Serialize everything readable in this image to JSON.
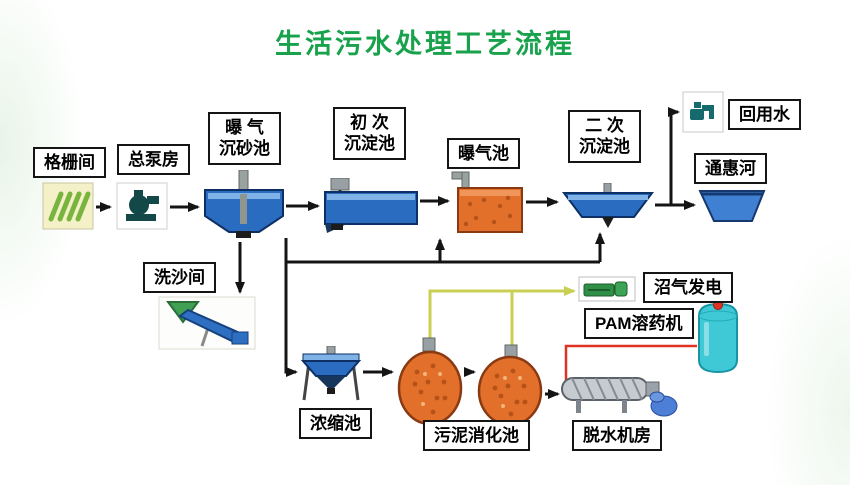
{
  "title": "生活污水处理工艺流程",
  "colors": {
    "title_green": "#17a24b",
    "flow_line": "#141414",
    "dosing_line_red": "#e03224",
    "biogas_line_yellow": "#c9cf52",
    "water_blue": "#2a6cc0",
    "tank_orange": "#e2702a",
    "pam_cyan": "#3fc9d6"
  },
  "labels": {
    "grid_room": "格栅间",
    "pump_house": "总泵房",
    "grit_l1": "曝 气",
    "grit_l2": "沉砂池",
    "primary_l1": "初 次",
    "primary_l2": "沉淀池",
    "aeration": "曝气池",
    "secondary_l1": "二 次",
    "secondary_l2": "沉淀池",
    "reuse": "回用水",
    "river": "通惠河",
    "sand_wash": "洗沙间",
    "thickener": "浓缩池",
    "digester": "污泥消化池",
    "dewatering": "脱水机房",
    "biogas": "沼气发电",
    "pam": "PAM溶药机"
  }
}
